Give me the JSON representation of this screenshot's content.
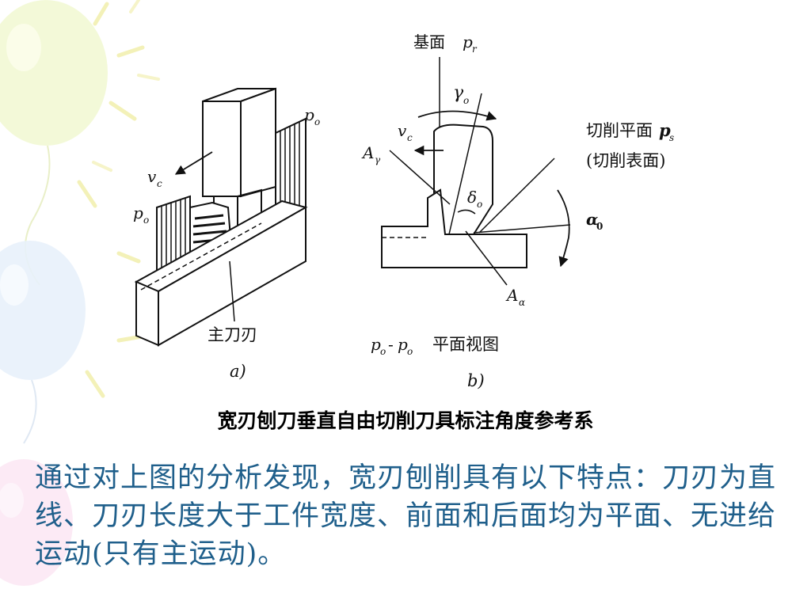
{
  "figure_a": {
    "label_vc": "v",
    "label_vc_sub": "c",
    "label_po_right": "p",
    "label_po_right_sub": "o",
    "label_po_left": "p",
    "label_po_left_sub": "o",
    "label_edge": "主刀刃",
    "label_sub": "a)"
  },
  "figure_b": {
    "label_base": "基面",
    "label_pr": "p",
    "label_pr_sub": "r",
    "label_gamma": "γ",
    "label_gamma_sub": "o",
    "label_vc": "v",
    "label_vc_sub": "c",
    "label_agamma": "A",
    "label_agamma_sub": "γ",
    "label_cut_plane": "切削平面",
    "label_ps": "p",
    "label_ps_sub": "s",
    "label_cut_surface": "(切削表面)",
    "label_delta": "δ",
    "label_delta_sub": "o",
    "label_alpha": "α",
    "label_alpha_sub": "0",
    "label_aalpha": "A",
    "label_aalpha_sub": "α",
    "label_view_p1": "p",
    "label_view_p1_sub": "o",
    "label_view_dash": "-",
    "label_view_p2": "p",
    "label_view_p2_sub": "o",
    "label_view": "平面视图",
    "label_sub": "b)"
  },
  "caption": "宽刃刨刀垂直自由切削刀具标注角度参考系",
  "body_text": "通过对上图的分析发现，宽刃刨削具有以下特点：刀刃为直线、刀刃长度大于工件宽度、前面和后面均为平面、无进给运动(只有主运动)。",
  "colors": {
    "body_text": "#1f5f8b",
    "caption": "#000000",
    "line": "#111111"
  }
}
